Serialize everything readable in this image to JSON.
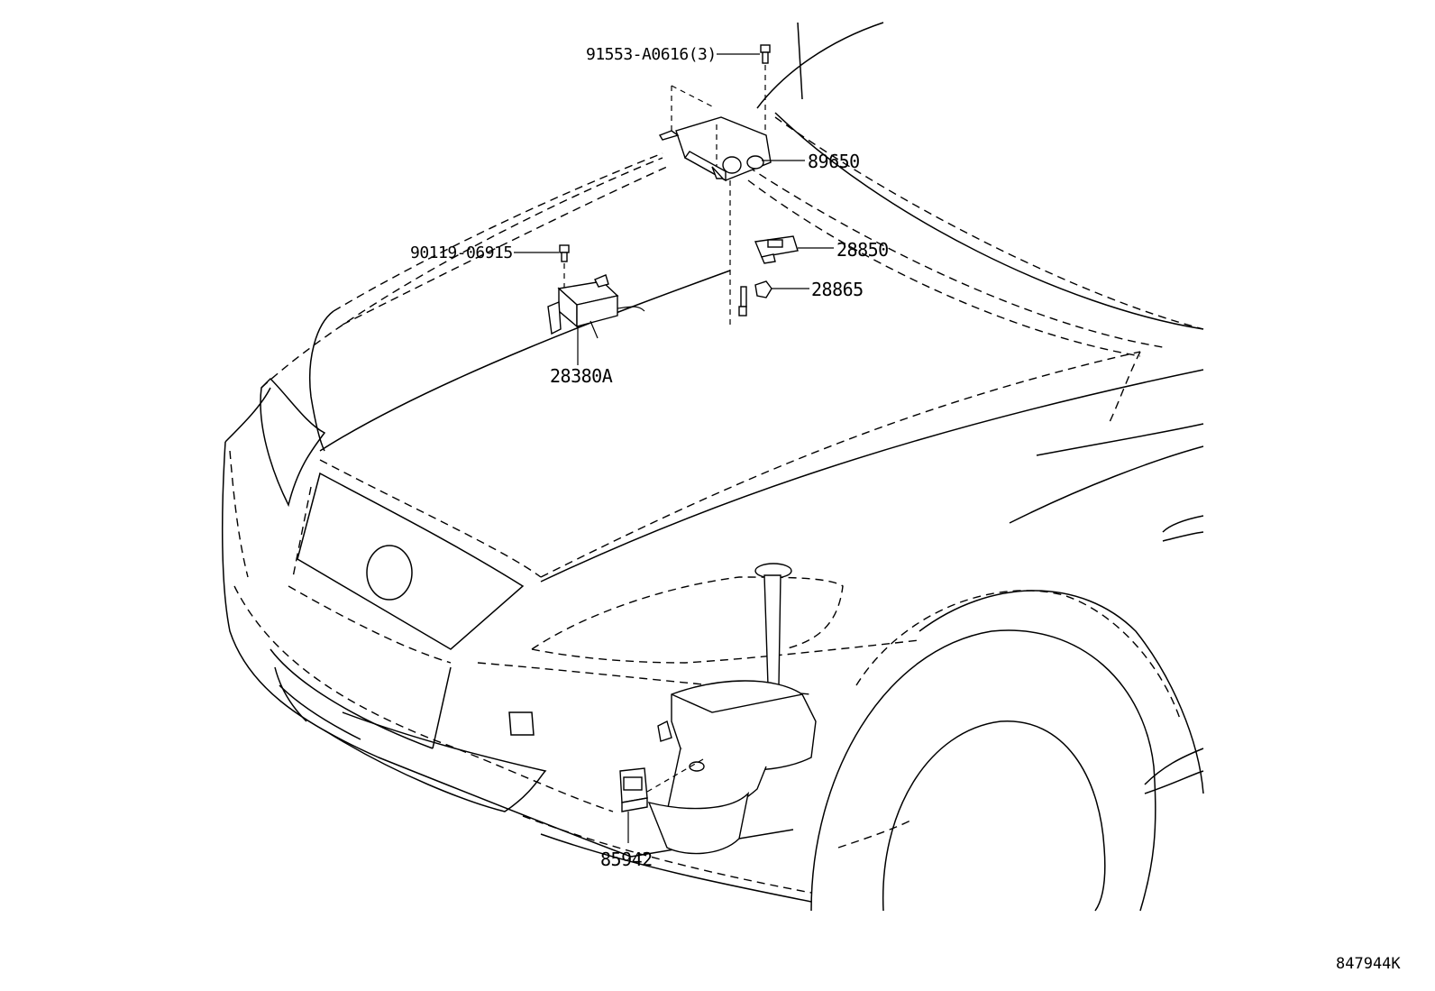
{
  "diagram": {
    "labels": {
      "bolt_top": "91553-A0616(3)",
      "module_89650": "89650",
      "bolt_left": "90119-06915",
      "sensor_28850": "28850",
      "sensor_28865": "28865",
      "relay_28380A": "28380A",
      "horn_85942": "85942"
    },
    "reference_code": "847944K"
  }
}
